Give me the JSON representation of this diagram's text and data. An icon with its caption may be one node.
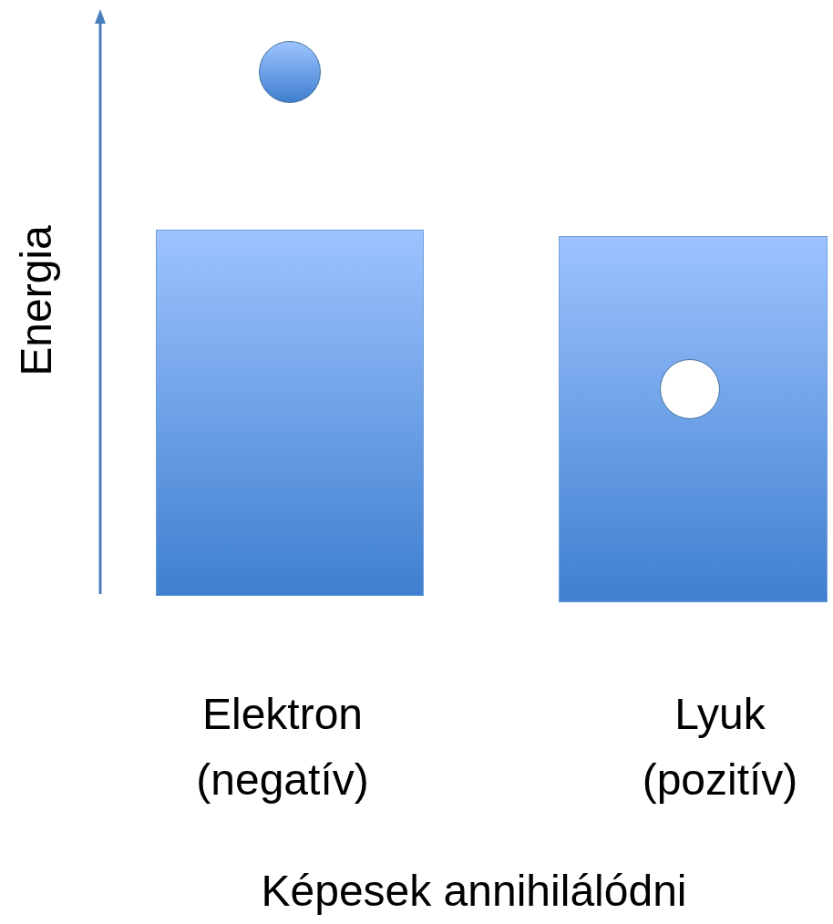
{
  "diagram": {
    "nodes": [
      {
        "text": [],
        "shape": "circle"
      },
      {
        "text": [],
        "shape": "box",
        "beside": [
          "Elektron (negatív)"
        ]
      },
      {
        "text": [],
        "shape": "box",
        "beside": [
          "Lyuk (pozitív)"
        ]
      },
      {
        "text": [],
        "shape": "circle",
        "in": 2
      }
    ],
    "labels": [
      "Energia",
      "Képesek annihilálódni"
    ]
  }
}
